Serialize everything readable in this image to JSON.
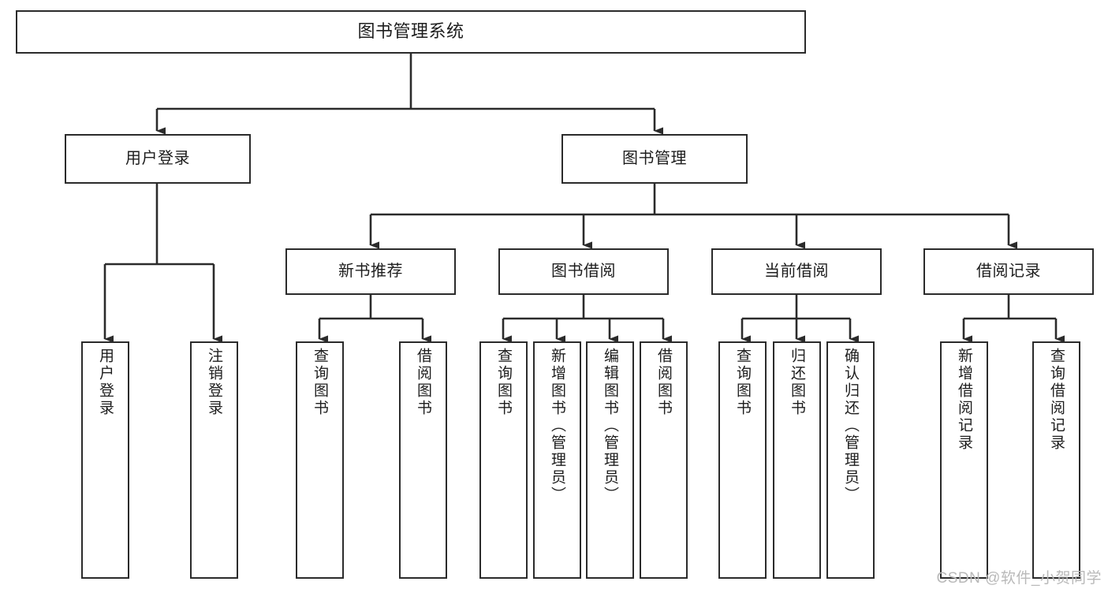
{
  "diagram": {
    "title": "图书管理系统",
    "type": "tree",
    "watermark": "CSDN @软件_小贺同学",
    "line_color": "#2b2b2b",
    "box_fill": "#ffffff",
    "text_color": "#1d1d1d"
  },
  "nodes": {
    "root": {
      "label": "图书管理系统"
    },
    "level2": [
      {
        "label": "用户登录"
      },
      {
        "label": "图书管理"
      }
    ],
    "level3": [
      {
        "label": "新书推荐"
      },
      {
        "label": "图书借阅"
      },
      {
        "label": "当前借阅"
      },
      {
        "label": "借阅记录"
      }
    ],
    "leaves": {
      "user_login": [
        {
          "label": "用户登录"
        },
        {
          "label": "注销登录"
        }
      ],
      "new_book": [
        {
          "label": "查询图书"
        },
        {
          "label": "借阅图书"
        }
      ],
      "book_borrow": [
        {
          "label": "查询图书"
        },
        {
          "label": "新增图书（管理员）"
        },
        {
          "label": "编辑图书（管理员）"
        },
        {
          "label": "借阅图书"
        }
      ],
      "current_borrow": [
        {
          "label": "查询图书"
        },
        {
          "label": "归还图书"
        },
        {
          "label": "确认归还（管理员）"
        }
      ],
      "borrow_record": [
        {
          "label": "新增借阅记录"
        },
        {
          "label": "查询借阅记录"
        }
      ]
    }
  }
}
